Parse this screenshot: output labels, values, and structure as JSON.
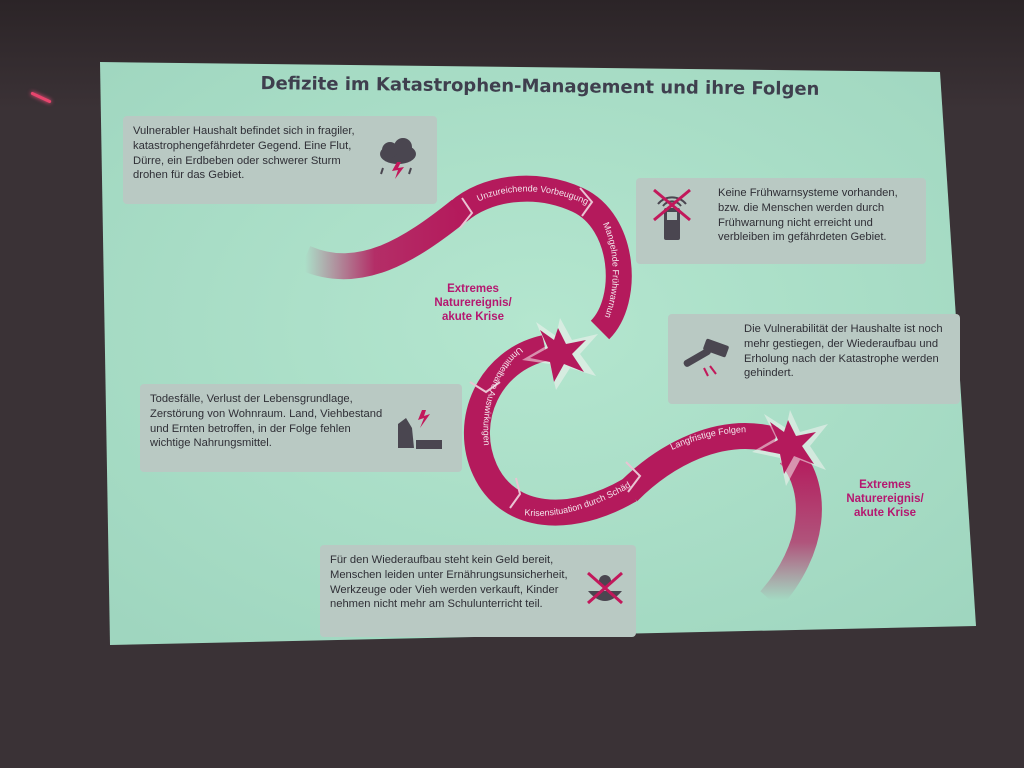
{
  "title": "Defizite im Katastrophen-Management und ihre Folgen",
  "boxes": {
    "box1": "Vulnerabler Haushalt befindet sich in fragiler, katastrophengefährdeter Gegend. Eine Flut, Dürre, ein Erdbeben oder schwerer Sturm drohen für das Gebiet.",
    "box2": "Keine Frühwarnsysteme vorhanden, bzw. die Menschen werden durch Frühwarnung nicht erreicht und verbleiben im gefährdeten Gebiet.",
    "box3": "Die Vulnerabilität der Haushalte ist noch mehr gestiegen, der Wiederaufbau und Erholung nach der Katastrophe werden gehindert.",
    "box4": "Todesfälle, Verlust der Lebensgrundlage, Zerstörung von Wohnraum. Land, Viehbestand und Ernten betroffen, in der Folge fehlen wichtige Nahrungsmittel.",
    "box5": "Für den Wiederaufbau steht kein Geld bereit, Menschen leiden unter Ernährungsunsicherheit, Werkzeuge oder Vieh werden verkauft, Kinder nehmen nicht mehr am Schulunterricht teil."
  },
  "arrow_labels": {
    "a1": "Unzureichende Vorbeugung",
    "a2": "Mangelnde Frühwarnung",
    "a3": "Unmittelbare Auswirkungen",
    "a4": "Krisensituation durch Schäden",
    "a5": "Langfristige Folgen"
  },
  "event_labels": {
    "e1": "Extremes Naturereignis/ akute Krise",
    "e2": "Extremes Naturereignis/ akute Krise"
  },
  "icons": [
    "storm-cloud-icon",
    "no-signal-phone-icon",
    "hammer-icon",
    "destroyed-house-icon",
    "no-food-bowl-icon"
  ],
  "colors": {
    "screen": "#a9ddc7",
    "arrow": "#b41a5c",
    "label": "#b51770",
    "box": "#b9c9c3",
    "text": "#2f2f36"
  }
}
